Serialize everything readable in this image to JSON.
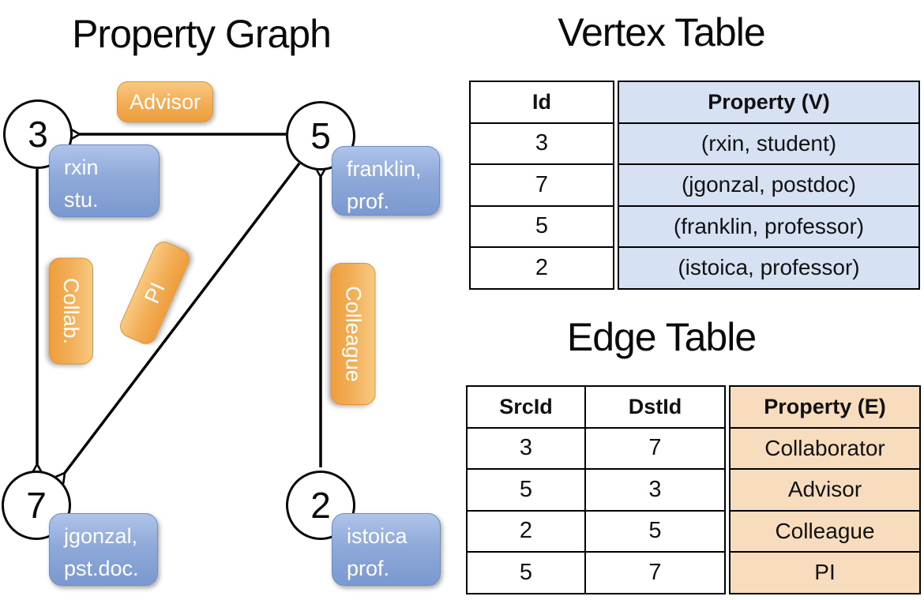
{
  "graph": {
    "title": "Property Graph",
    "nodes": [
      {
        "id": "3",
        "label_line1": "rxin",
        "label_line2": "stu."
      },
      {
        "id": "5",
        "label_line1": "franklin,",
        "label_line2": "prof."
      },
      {
        "id": "7",
        "label_line1": "jgonzal,",
        "label_line2": "pst.doc."
      },
      {
        "id": "2",
        "label_line1": "istoica",
        "label_line2": "prof."
      }
    ],
    "edge_labels": [
      {
        "text": "Advisor",
        "from": "5",
        "to": "3"
      },
      {
        "text": "Collab.",
        "from": "3",
        "to": "7"
      },
      {
        "text": "PI",
        "from": "5",
        "to": "7"
      },
      {
        "text": "Colleague",
        "from": "2",
        "to": "5"
      }
    ]
  },
  "vertex_table": {
    "title": "Vertex Table",
    "columns": {
      "id": "Id",
      "property": "Property (V)"
    },
    "rows": [
      {
        "id": "3",
        "property": "(rxin, student)"
      },
      {
        "id": "7",
        "property": "(jgonzal, postdoc)"
      },
      {
        "id": "5",
        "property": "(franklin, professor)"
      },
      {
        "id": "2",
        "property": "(istoica, professor)"
      }
    ]
  },
  "edge_table": {
    "title": "Edge Table",
    "columns": {
      "src": "SrcId",
      "dst": "DstId",
      "property": "Property (E)"
    },
    "rows": [
      {
        "src": "3",
        "dst": "7",
        "property": "Collaborator"
      },
      {
        "src": "5",
        "dst": "3",
        "property": "Advisor"
      },
      {
        "src": "2",
        "dst": "5",
        "property": "Colleague"
      },
      {
        "src": "5",
        "dst": "7",
        "property": "PI"
      }
    ]
  },
  "colors": {
    "vertex_property_fill": "#d6e2f3",
    "edge_property_fill": "#f8dcbe",
    "node_property_box": "#8aa9dc",
    "edge_label_box": "#f2a647",
    "line": "#000000"
  }
}
